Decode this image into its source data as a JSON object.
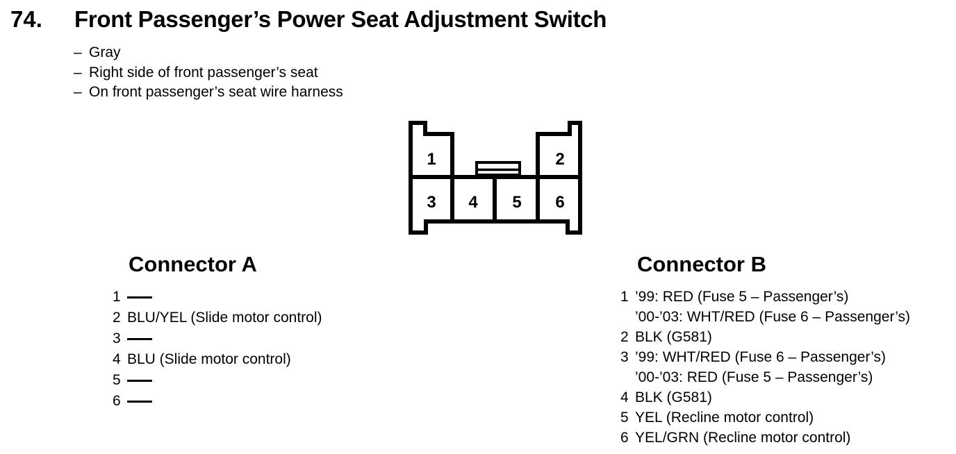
{
  "header": {
    "number": "74.",
    "title": "Front Passenger’s Power Seat Adjustment Switch",
    "bullet_char": "–",
    "details": [
      "Gray",
      "Right side of front passenger’s seat",
      "On front passenger’s seat wire harness"
    ]
  },
  "diagram": {
    "description": "6-pin connector face view",
    "pins": [
      "1",
      "2",
      "3",
      "4",
      "5",
      "6"
    ]
  },
  "connector_a": {
    "heading": "Connector A",
    "pins": [
      {
        "pin": "1",
        "value": ""
      },
      {
        "pin": "2",
        "value": "BLU/YEL (Slide motor control)"
      },
      {
        "pin": "3",
        "value": ""
      },
      {
        "pin": "4",
        "value": "BLU (Slide motor control)"
      },
      {
        "pin": "5",
        "value": ""
      },
      {
        "pin": "6",
        "value": ""
      }
    ]
  },
  "connector_b": {
    "heading": "Connector B",
    "pins": [
      {
        "pin": "1",
        "lines": [
          "’99: RED (Fuse 5 – Passenger’s)",
          "’00-’03: WHT/RED (Fuse 6 – Passenger’s)"
        ]
      },
      {
        "pin": "2",
        "lines": [
          "BLK (G581)"
        ]
      },
      {
        "pin": "3",
        "lines": [
          "’99: WHT/RED (Fuse 6 – Passenger’s)",
          "’00-’03: RED (Fuse 5 – Passenger’s)"
        ]
      },
      {
        "pin": "4",
        "lines": [
          "BLK (G581)"
        ]
      },
      {
        "pin": "5",
        "lines": [
          "YEL (Recline motor control)"
        ]
      },
      {
        "pin": "6",
        "lines": [
          "YEL/GRN (Recline motor control)"
        ]
      }
    ]
  }
}
